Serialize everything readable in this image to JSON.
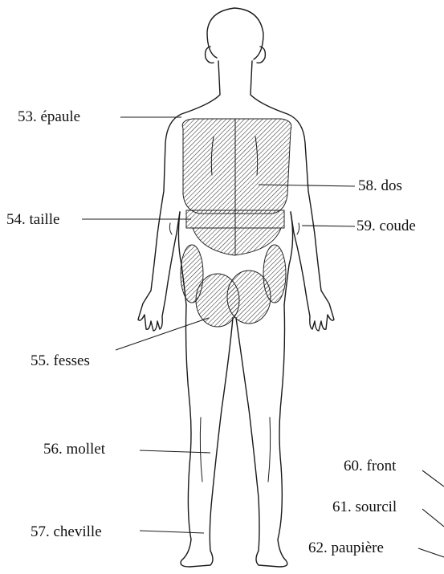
{
  "labels": {
    "l53": "53. épaule",
    "l54": "54. taille",
    "l55": "55. fesses",
    "l56": "56. mollet",
    "l57": "57. cheville",
    "l58": "58. dos",
    "l59": "59. coude",
    "l60": "60. front",
    "l61": "61. sourcil",
    "l62": "62. paupière"
  },
  "colors": {
    "ink": "#1a1a1a",
    "background": "#ffffff"
  }
}
